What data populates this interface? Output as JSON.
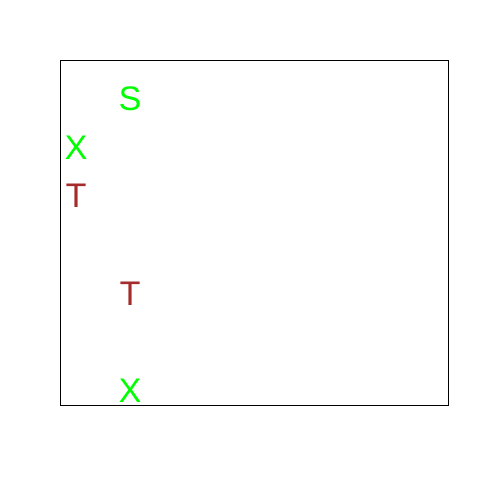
{
  "colors": {
    "green": "#00ff00",
    "red": "#a52a2a",
    "frame": "#000000",
    "background": "#ffffff"
  },
  "glyphs": [
    {
      "text": "S",
      "color": "#00ff00"
    },
    {
      "text": "X",
      "color": "#00ff00"
    },
    {
      "text": "T",
      "color": "#a52a2a"
    },
    {
      "text": "T",
      "color": "#a52a2a"
    },
    {
      "text": "X",
      "color": "#00ff00"
    }
  ]
}
